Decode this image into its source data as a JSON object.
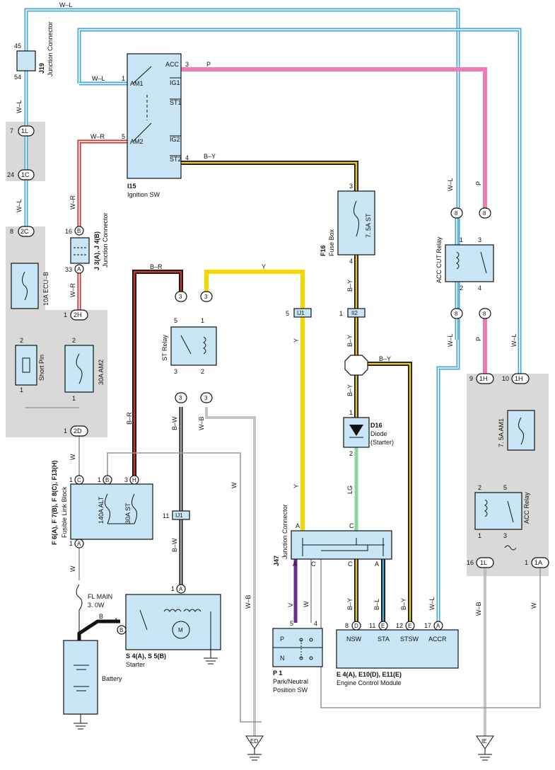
{
  "wire_colors": {
    "W-L": "#4aa8d8",
    "W-R": "#c8342c",
    "B-R": "#c8342c",
    "B-Y": "#e8c82a",
    "Y": "#f5d800",
    "P": "#f07ab8",
    "LG": "#8cd4a0",
    "V": "#6a2c92",
    "W": "#bbbbbb",
    "B": "#111111",
    "B-W": "#111111",
    "box_fill": "#c8e6f5",
    "shaded_area": "#d9d9d9"
  },
  "wire_labels": {
    "top_wl": "W–L",
    "am1_wl": "W–L",
    "am2_wr": "W–R",
    "acc_p": "P",
    "st2_by": "B–Y",
    "left_wl_1": "W–L",
    "left_wl_2": "W–L",
    "wr_1": "W–R",
    "wr_2": "W–R",
    "br_top": "B–R",
    "br_mid": "B–R",
    "y_top": "Y",
    "y_mid": "Y",
    "y_low": "Y",
    "fuse_by": "B–Y",
    "by_mid": "B–Y",
    "by_right": "B–Y",
    "by_low": "B–Y",
    "lg": "LG",
    "bw_1": "B–W",
    "bw_2": "B–W",
    "wb_1": "W–B",
    "wb_2": "W–B",
    "wb_3": "W–B",
    "w_left": "W",
    "w_mid": "W",
    "w_low": "W",
    "w_right": "W",
    "b_bat": "B",
    "v": "V",
    "w_p1": "W",
    "bl": "B–L",
    "by_ecm": "B–Y",
    "wl_ecm": "W–L",
    "wl_relay": "W–L",
    "p_relay": "P",
    "wl_relay2": "W–L",
    "p_relay2": "P",
    "wl_right": "W–L"
  },
  "components": {
    "j19": {
      "code": "J19",
      "name": "Junction Connector",
      "pin_top": "45",
      "pin_bottom": "54"
    },
    "ignition": {
      "code": "I15",
      "name": "Ignition SW",
      "pins": {
        "am1": "AM1",
        "am2": "AM2",
        "acc": "ACC",
        "ig1": "IG1",
        "st1": "ST1",
        "ig2": "IG2",
        "st2": "ST2"
      },
      "pin_numbers": {
        "am1": "1",
        "am2": "5",
        "acc": "3",
        "st2": "4"
      }
    },
    "j3j4": {
      "code": "J 3(A), J 4(B)",
      "name": "Junction Connector",
      "pin_top": "16",
      "pin_bottom": "33",
      "term_top": "B",
      "term_bottom": "A"
    },
    "ecu_b": {
      "name": "10A ECU–B"
    },
    "short_pin": {
      "name": "Short Pin",
      "pin_top": "2",
      "pin_bottom": "1"
    },
    "am2_fuse": {
      "name": "30A AM2",
      "pin_top": "2",
      "pin_bottom": "1"
    },
    "st_relay": {
      "name": "ST Relay",
      "pins": [
        "5",
        "1",
        "3",
        "2"
      ]
    },
    "fusible": {
      "code": "F 6(A), F 7(B), F 8(C), F13(H)",
      "name": "Fusible Link Block",
      "fuse1": "140A ALT",
      "fuse2": "30A ST",
      "pins": {
        "c1": "1",
        "c": "C",
        "b1": "1",
        "b": "B",
        "h3": "3",
        "h": "H",
        "a1": "1",
        "a": "A"
      }
    },
    "fl_main": {
      "name": "FL MAIN",
      "rating": "3. 0W"
    },
    "battery": {
      "name": "Battery"
    },
    "starter": {
      "code": "S 4(A), S 5(B)",
      "name": "Starter",
      "pin_a": "1",
      "term_a": "A",
      "pin_b": "1",
      "term_b": "B",
      "motor": "M"
    },
    "fuse_box": {
      "code": "F16",
      "name": "Fuse Box",
      "fuse": "7. 5A ST",
      "pin_top": "3",
      "pin_bottom": "4"
    },
    "diode": {
      "code": "D16",
      "name": "Diode",
      "sub": "(Starter)",
      "pin_top": "1",
      "pin_bottom": "2"
    },
    "j47": {
      "code": "J47",
      "name": "Junction Connector",
      "pins": [
        "A",
        "C",
        "A",
        "C",
        "C",
        "A"
      ]
    },
    "pnp": {
      "code": "P 1",
      "name": "Park/Neutral",
      "name2": "Position SW",
      "p": "P",
      "n": "N",
      "pin_v": "5",
      "pin_w": "4"
    },
    "ecm": {
      "code": "E 4(A), E10(D), E11(E)",
      "name": "Engine Control Module",
      "labels": [
        "NSW",
        "STA",
        "STSW",
        "ACCR"
      ],
      "pins": [
        "8",
        "11",
        "12",
        "17"
      ],
      "terms": [
        "D",
        "E",
        "E",
        "A"
      ]
    },
    "acc_cut": {
      "name": "ACC CUT Relay",
      "pins": [
        "1",
        "3",
        "2",
        "4"
      ]
    },
    "am1_fuse": {
      "name": "7. 5A AM1"
    },
    "acc_relay": {
      "name": "ACC Relay",
      "pins": [
        "2",
        "5",
        "1",
        "3"
      ]
    }
  },
  "connectors": {
    "c1L": "1L",
    "c1C": "1C",
    "c2C": "2C",
    "c2H": "2H",
    "c2D": "2D",
    "c1H_a": "1H",
    "c1H_b": "1H",
    "c1L_r": "1L",
    "c1A": "1A",
    "p7": "7",
    "p24": "24",
    "p8": "8",
    "p1a": "1",
    "p1b": "1",
    "p9": "9",
    "p10": "10",
    "p16": "16",
    "p1c": "1",
    "relay8": "8",
    "relay3": "3",
    "ij1": "IJ1",
    "ij1_pin": "5",
    "ij1b_pin": "11",
    "ii2": "II2",
    "ii2_pin": "1"
  },
  "grounds": {
    "ed": "ED",
    "ie": "IE"
  }
}
